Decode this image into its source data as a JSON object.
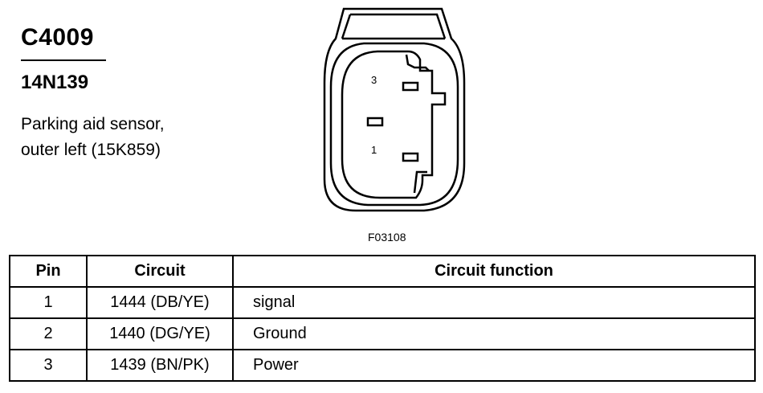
{
  "connector": {
    "id": "C4009",
    "part_number": "14N139",
    "description": "Parking aid sensor, outer left (15K859)",
    "pin_label_top": "3",
    "pin_label_bottom": "1",
    "figure_id": "F03108"
  },
  "table": {
    "headers": [
      "Pin",
      "Circuit",
      "Circuit function"
    ],
    "rows": [
      {
        "pin": "1",
        "circuit": "1444 (DB/YE)",
        "function": "signal"
      },
      {
        "pin": "2",
        "circuit": "1440 (DG/YE)",
        "function": "Ground"
      },
      {
        "pin": "3",
        "circuit": "1439 (BN/PK)",
        "function": "Power"
      }
    ]
  }
}
